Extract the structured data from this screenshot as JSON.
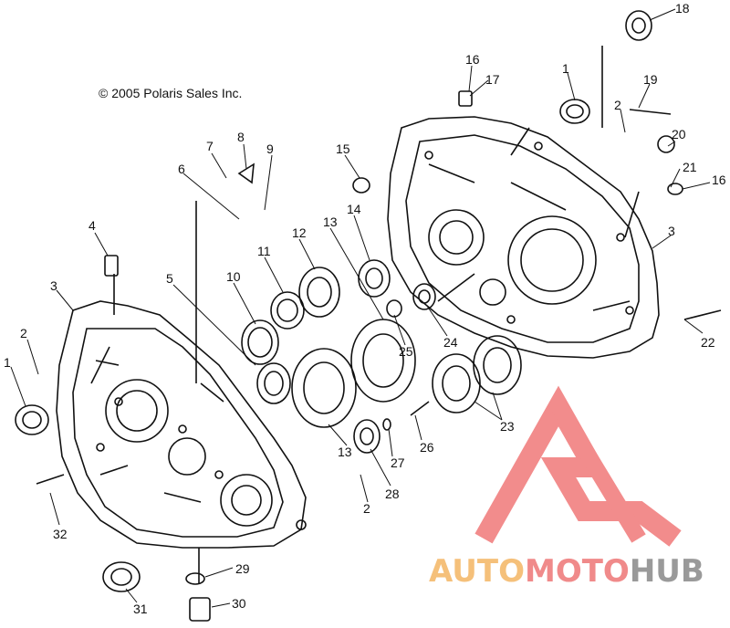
{
  "copyright": "© 2005 Polaris Sales Inc.",
  "watermark": {
    "part1": "AUTO",
    "part2": "MOTO",
    "part3": "HUB",
    "colors": {
      "part1": "#f5c07a",
      "part2": "#f08a8a",
      "part3": "#9a9a9a",
      "triangle": "#f07878"
    }
  },
  "callouts": [
    {
      "id": "c18a",
      "text": "18"
    },
    {
      "id": "c16a",
      "text": "16"
    },
    {
      "id": "c17",
      "text": "17"
    },
    {
      "id": "c1a",
      "text": "1"
    },
    {
      "id": "c19",
      "text": "19"
    },
    {
      "id": "c2a",
      "text": "2"
    },
    {
      "id": "c20",
      "text": "20"
    },
    {
      "id": "c21",
      "text": "21"
    },
    {
      "id": "c16b",
      "text": "16"
    },
    {
      "id": "c7",
      "text": "7"
    },
    {
      "id": "c8",
      "text": "8"
    },
    {
      "id": "c9",
      "text": "9"
    },
    {
      "id": "c6",
      "text": "6"
    },
    {
      "id": "c15",
      "text": "15"
    },
    {
      "id": "c4",
      "text": "4"
    },
    {
      "id": "c14",
      "text": "14"
    },
    {
      "id": "c13a",
      "text": "13"
    },
    {
      "id": "c12",
      "text": "12"
    },
    {
      "id": "c11",
      "text": "11"
    },
    {
      "id": "c3a",
      "text": "3"
    },
    {
      "id": "c3b",
      "text": "3"
    },
    {
      "id": "c5",
      "text": "5"
    },
    {
      "id": "c10",
      "text": "10"
    },
    {
      "id": "c2b",
      "text": "2"
    },
    {
      "id": "c22",
      "text": "22"
    },
    {
      "id": "c1b",
      "text": "1"
    },
    {
      "id": "c25",
      "text": "25"
    },
    {
      "id": "c24",
      "text": "24"
    },
    {
      "id": "c23",
      "text": "23"
    },
    {
      "id": "c26",
      "text": "26"
    },
    {
      "id": "c13b",
      "text": "13"
    },
    {
      "id": "c27",
      "text": "27"
    },
    {
      "id": "c28",
      "text": "28"
    },
    {
      "id": "c2c",
      "text": "2"
    },
    {
      "id": "c32",
      "text": "32"
    },
    {
      "id": "c29",
      "text": "29"
    },
    {
      "id": "c31",
      "text": "31"
    },
    {
      "id": "c30",
      "text": "30"
    }
  ]
}
